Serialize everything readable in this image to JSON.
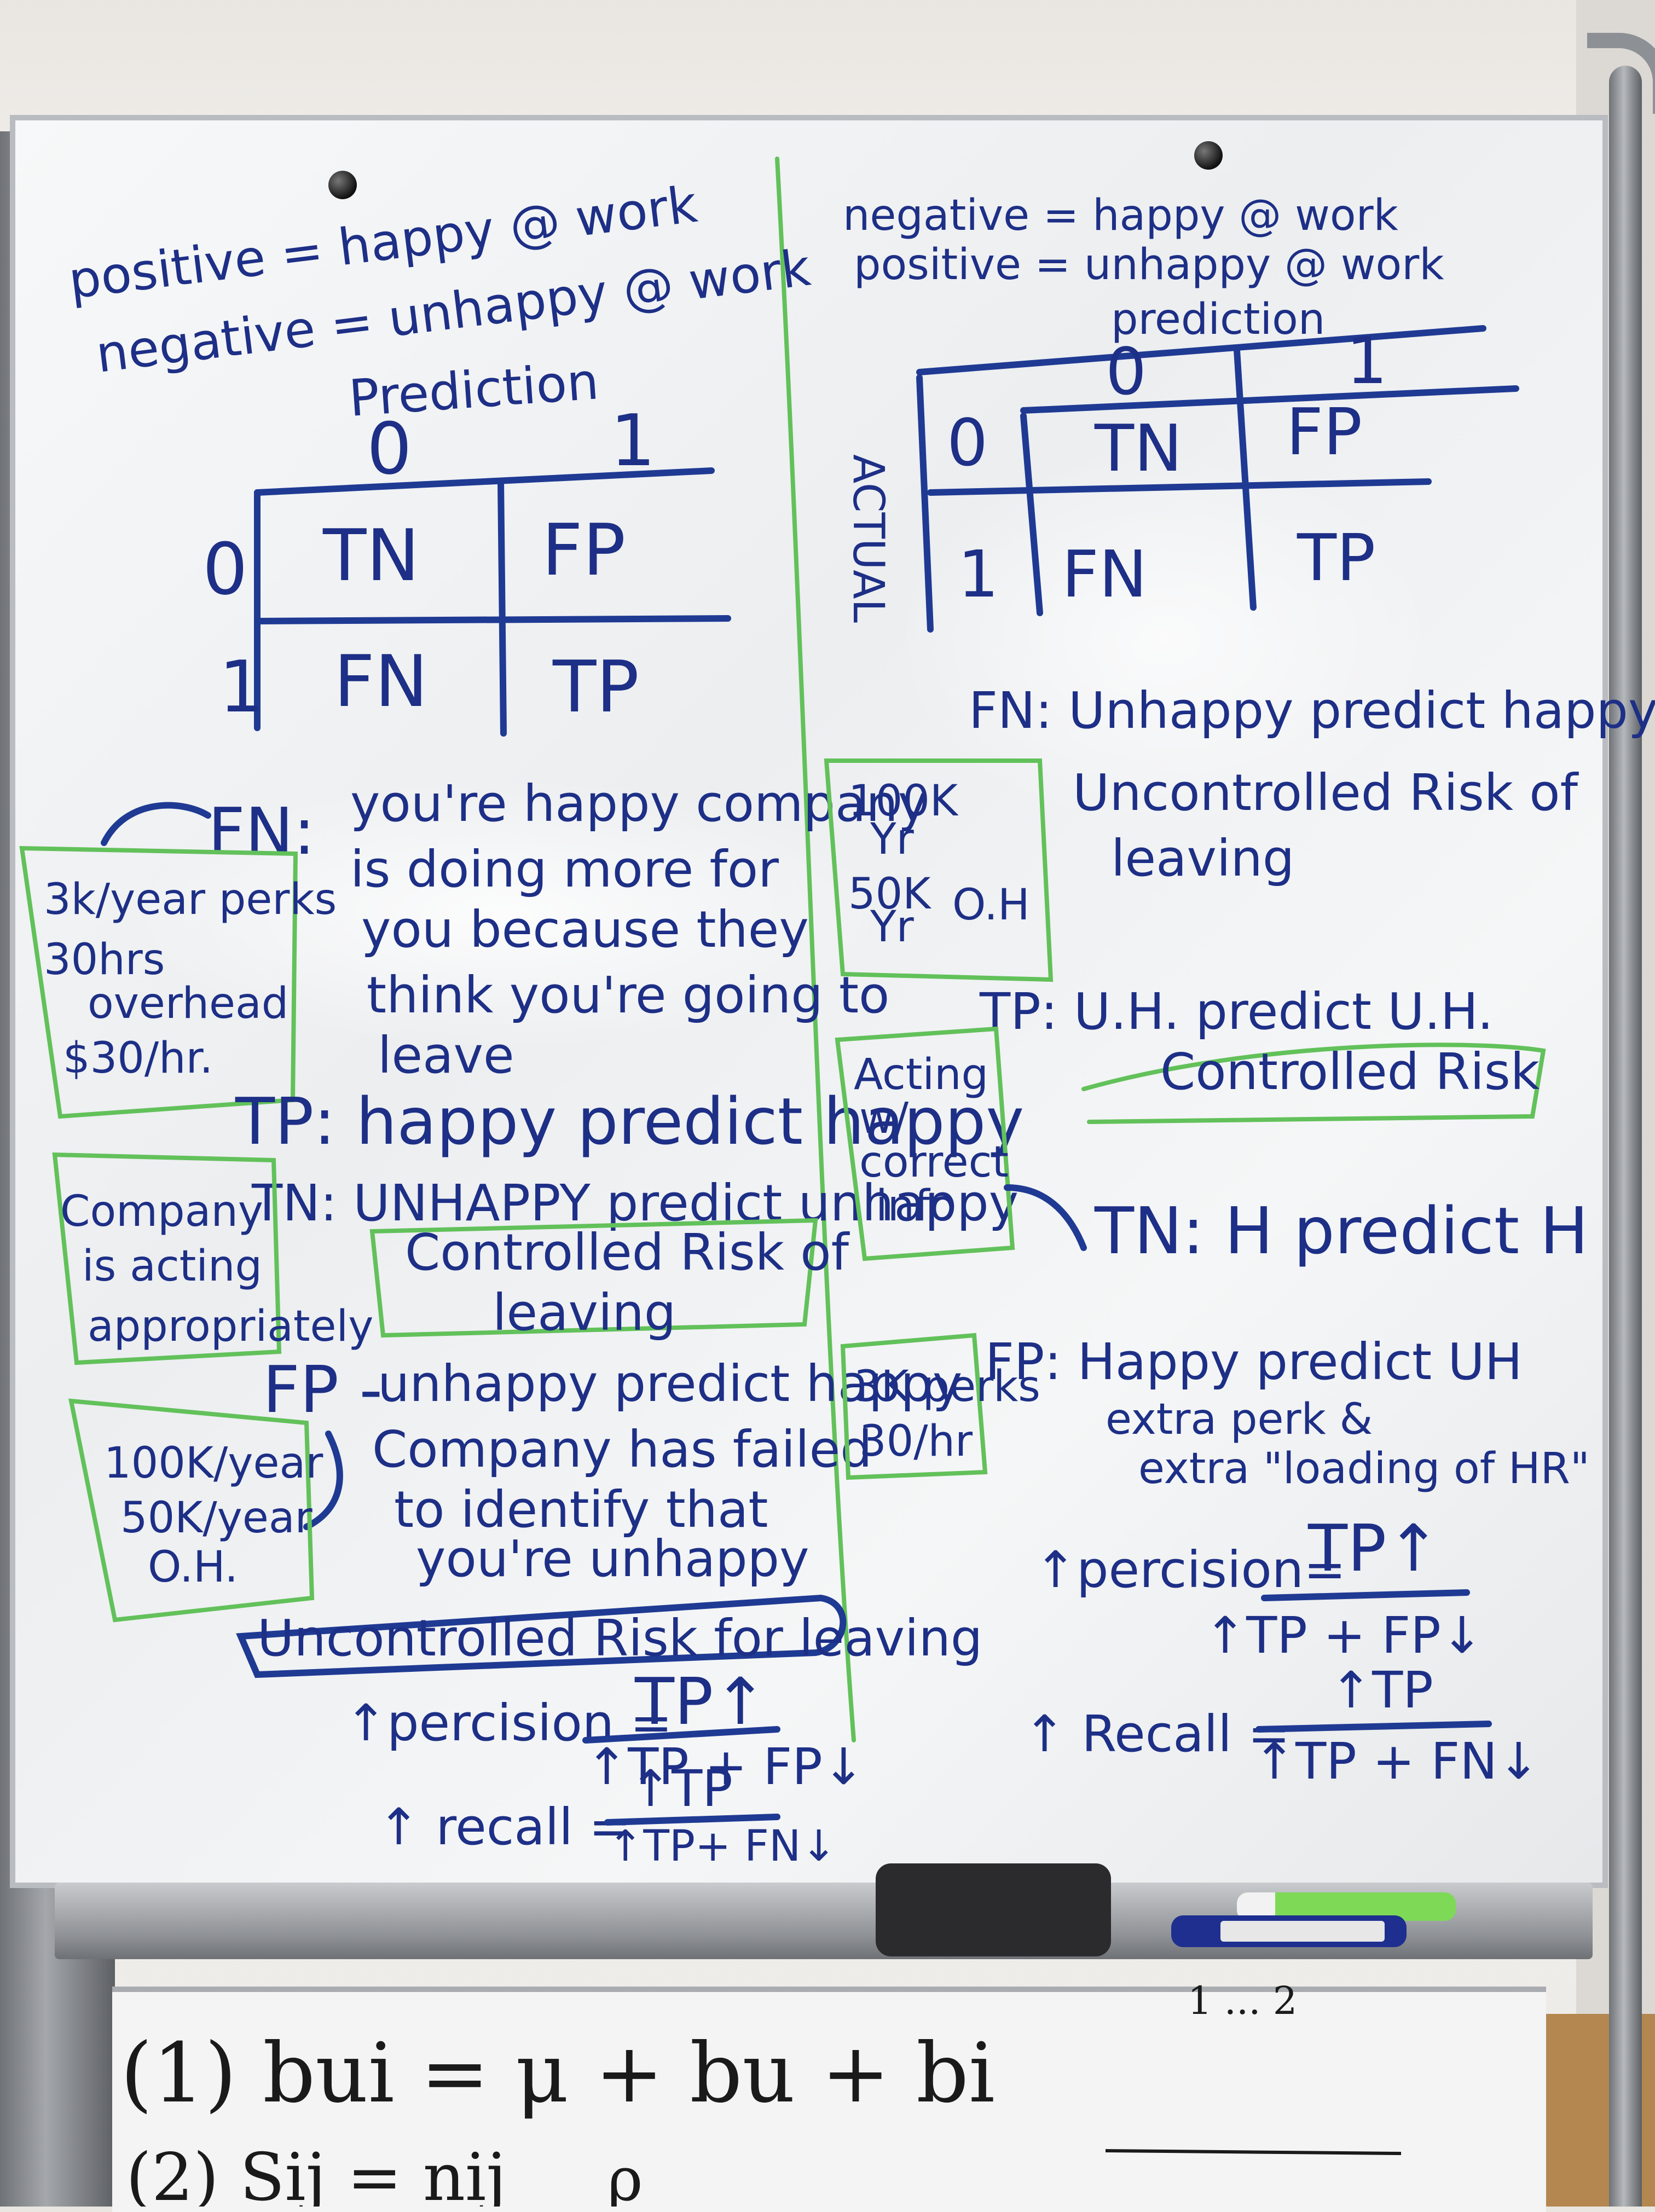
{
  "left": {
    "def_positive": "positive = happy @ work",
    "def_negative": "negative = unhappy @ work",
    "matrix": {
      "prediction_label": "Prediction",
      "col0": "0",
      "col1": "1",
      "row0": "0",
      "row1": "1",
      "tn": "TN",
      "fp": "FP",
      "fn": "FN",
      "tp": "TP"
    },
    "fn_note": {
      "label": "FN:",
      "lines": [
        "you're happy company",
        "is doing more for",
        "you because they",
        "think you're going to",
        "leave"
      ]
    },
    "cost_box_1": [
      "3k/year perks",
      "30hrs",
      "overhead",
      "$30/hr."
    ],
    "tp_note": "TP: happy predict happy",
    "tn_note": "TN: UNHAPPY predict unhappy",
    "company_box": [
      "Company",
      "is acting",
      "appropriately"
    ],
    "controlled_box": [
      "Controlled Risk of",
      "leaving"
    ],
    "fp_note": {
      "label": "FP -",
      "lines": [
        "unhappy predict happy",
        "Company has failed",
        "to identify that",
        "you're unhappy"
      ]
    },
    "cost_box_2": [
      "100K/year",
      "50K/year",
      "O.H."
    ],
    "uncontrolled_box": "Uncontrolled Risk for leaving",
    "precision": {
      "lhs": "↑percision =",
      "num": "TP↑",
      "den": "↑TP + FP↓"
    },
    "recall": {
      "lhs": "↑ recall =",
      "num": "↑TP",
      "den": "↑TP+ FN↓"
    }
  },
  "right": {
    "def_negative": "negative = happy @ work",
    "def_positive": "positive = unhappy @ work",
    "matrix": {
      "prediction_label": "prediction",
      "actual_label": "ACTUAL",
      "col0": "0",
      "col1": "1",
      "row0": "0",
      "row1": "1",
      "tn": "TN",
      "fp": "FP",
      "fn": "FN",
      "tp": "TP"
    },
    "fn_note": [
      "FN: Unhappy predict happy",
      "Uncontrolled Risk of",
      "leaving"
    ],
    "cost_box_1": [
      "100K",
      "Yr",
      "50K",
      "Yr",
      "O.H"
    ],
    "tp_note": "TP: U.H. predict U.H.",
    "controlled_box": "Controlled Risk",
    "acting_box": [
      "Acting",
      "w/",
      "correct",
      "info"
    ],
    "tn_note": "TN: H predict H",
    "cost_box_2": [
      "3K perks",
      "30/hr"
    ],
    "fp_note": [
      "FP: Happy predict UH",
      "extra perk &",
      "extra \"loading of HR\""
    ],
    "precision": {
      "lhs": "↑percision=",
      "num": "TP↑",
      "den": "↑TP + FP↓"
    },
    "recall": {
      "lhs": "↑ Recall =",
      "num": "↑TP",
      "den": "↑TP + FN↓"
    }
  },
  "lower_board": {
    "eq1": "(1) bui = μ + bu + bi",
    "eq2": "(2) Sij = nij",
    "eq2_tail": "ρ",
    "corner": "1 ... 2"
  }
}
